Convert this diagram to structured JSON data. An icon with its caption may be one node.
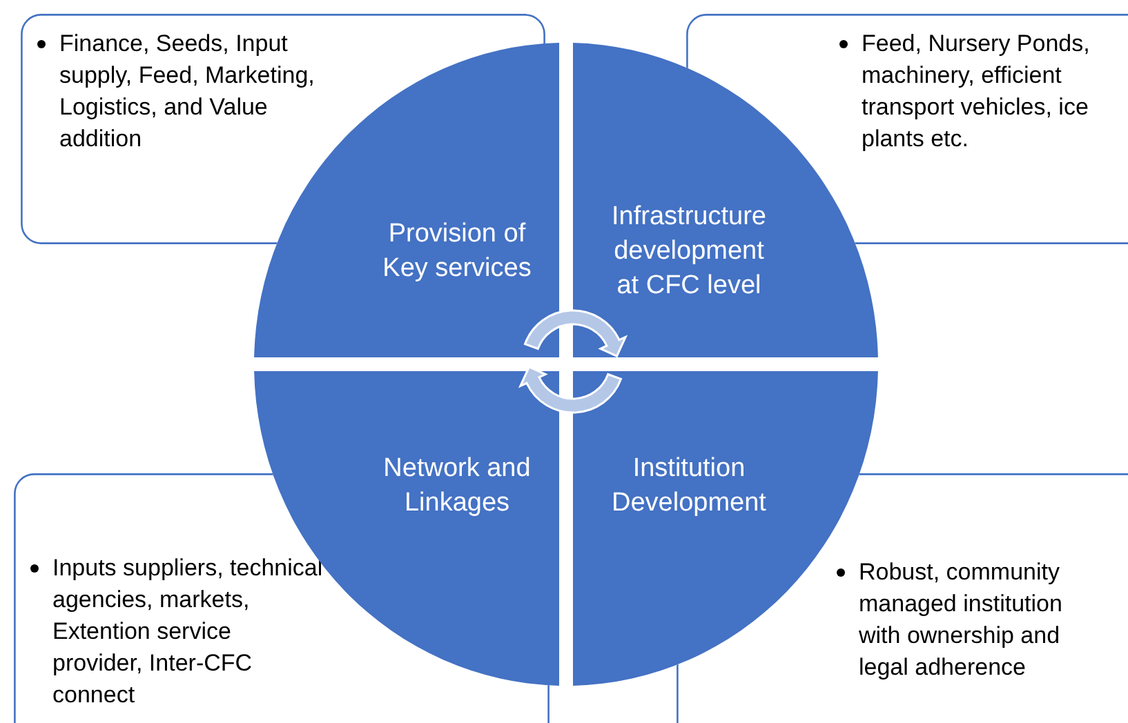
{
  "diagram": {
    "nodes": [
      {
        "text": [
          "Finance, Seeds, Input supply, Feed, Marketing, Logistics, and Value addition"
        ]
      },
      {
        "text": [
          "Feed, Nursery Ponds, machinery, efficient transport vehicles, ice plants etc."
        ]
      },
      {
        "text": [
          "Provision of Key services"
        ]
      },
      {
        "text": [
          "Infrastructure development at CFC level"
        ]
      },
      {
        "text": [
          "Network  and Linkages"
        ]
      },
      {
        "text": [
          "Institution Development"
        ]
      },
      {
        "text": [
          "Inputs suppliers, technical agencies, markets, Extention service provider, Inter-CFC connect"
        ]
      },
      {
        "text": [
          "Robust, community managed institution with ownership and legal adherence"
        ]
      }
    ]
  }
}
